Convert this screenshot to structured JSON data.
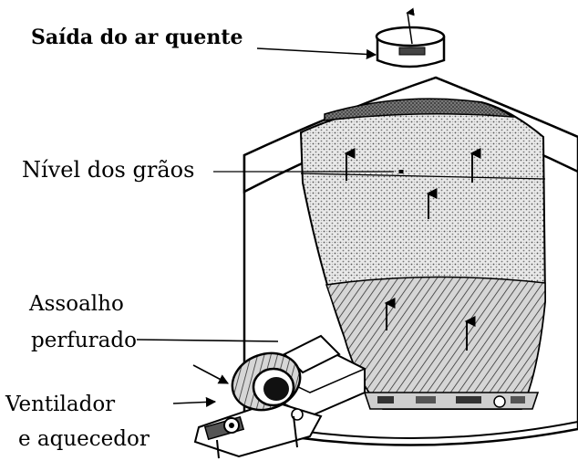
{
  "labels": {
    "hot_air_outlet": "Saída do ar quente",
    "grain_level": "Nível dos grãos",
    "perforated_floor_line1": "Assoalho",
    "perforated_floor_line2": "perfurado",
    "fan_heater_line1": "Ventilador",
    "fan_heater_line2": "e aquecedor"
  }
}
